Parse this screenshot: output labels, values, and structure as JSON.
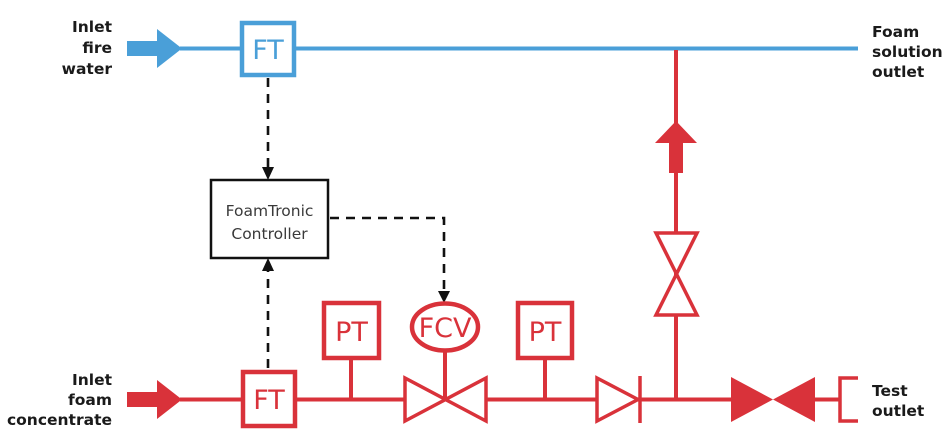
{
  "colors": {
    "water": "#4a9fd8",
    "foam": "#d9323a",
    "signal": "#111111",
    "text": "#1a1a1a"
  },
  "labels": {
    "inlet_fire_water": [
      "Inlet",
      "fire",
      "water"
    ],
    "foam_solution_outlet": [
      "Foam",
      "solution",
      "outlet"
    ],
    "inlet_foam_concentrate": [
      "Inlet",
      "foam",
      "concentrate"
    ],
    "test_outlet": [
      "Test",
      "outlet"
    ]
  },
  "instruments": {
    "water_flow_transmitter": "FT",
    "foam_flow_transmitter": "FT",
    "pressure_transmitter_upstream": "PT",
    "flow_control_valve": "FCV",
    "pressure_transmitter_downstream": "PT"
  },
  "controller": {
    "lines": [
      "FoamTronic",
      "Controller"
    ]
  },
  "icons": {
    "water_inlet_arrow": "arrow-right-icon",
    "foam_inlet_arrow": "arrow-right-icon",
    "riser_flow_arrow": "arrow-up-icon",
    "control_valve": "gate-valve-icon",
    "check_valve": "check-valve-icon",
    "riser_valve": "gate-valve-icon",
    "test_valve": "closed-valve-icon",
    "test_outlet_cap": "open-end-icon"
  }
}
